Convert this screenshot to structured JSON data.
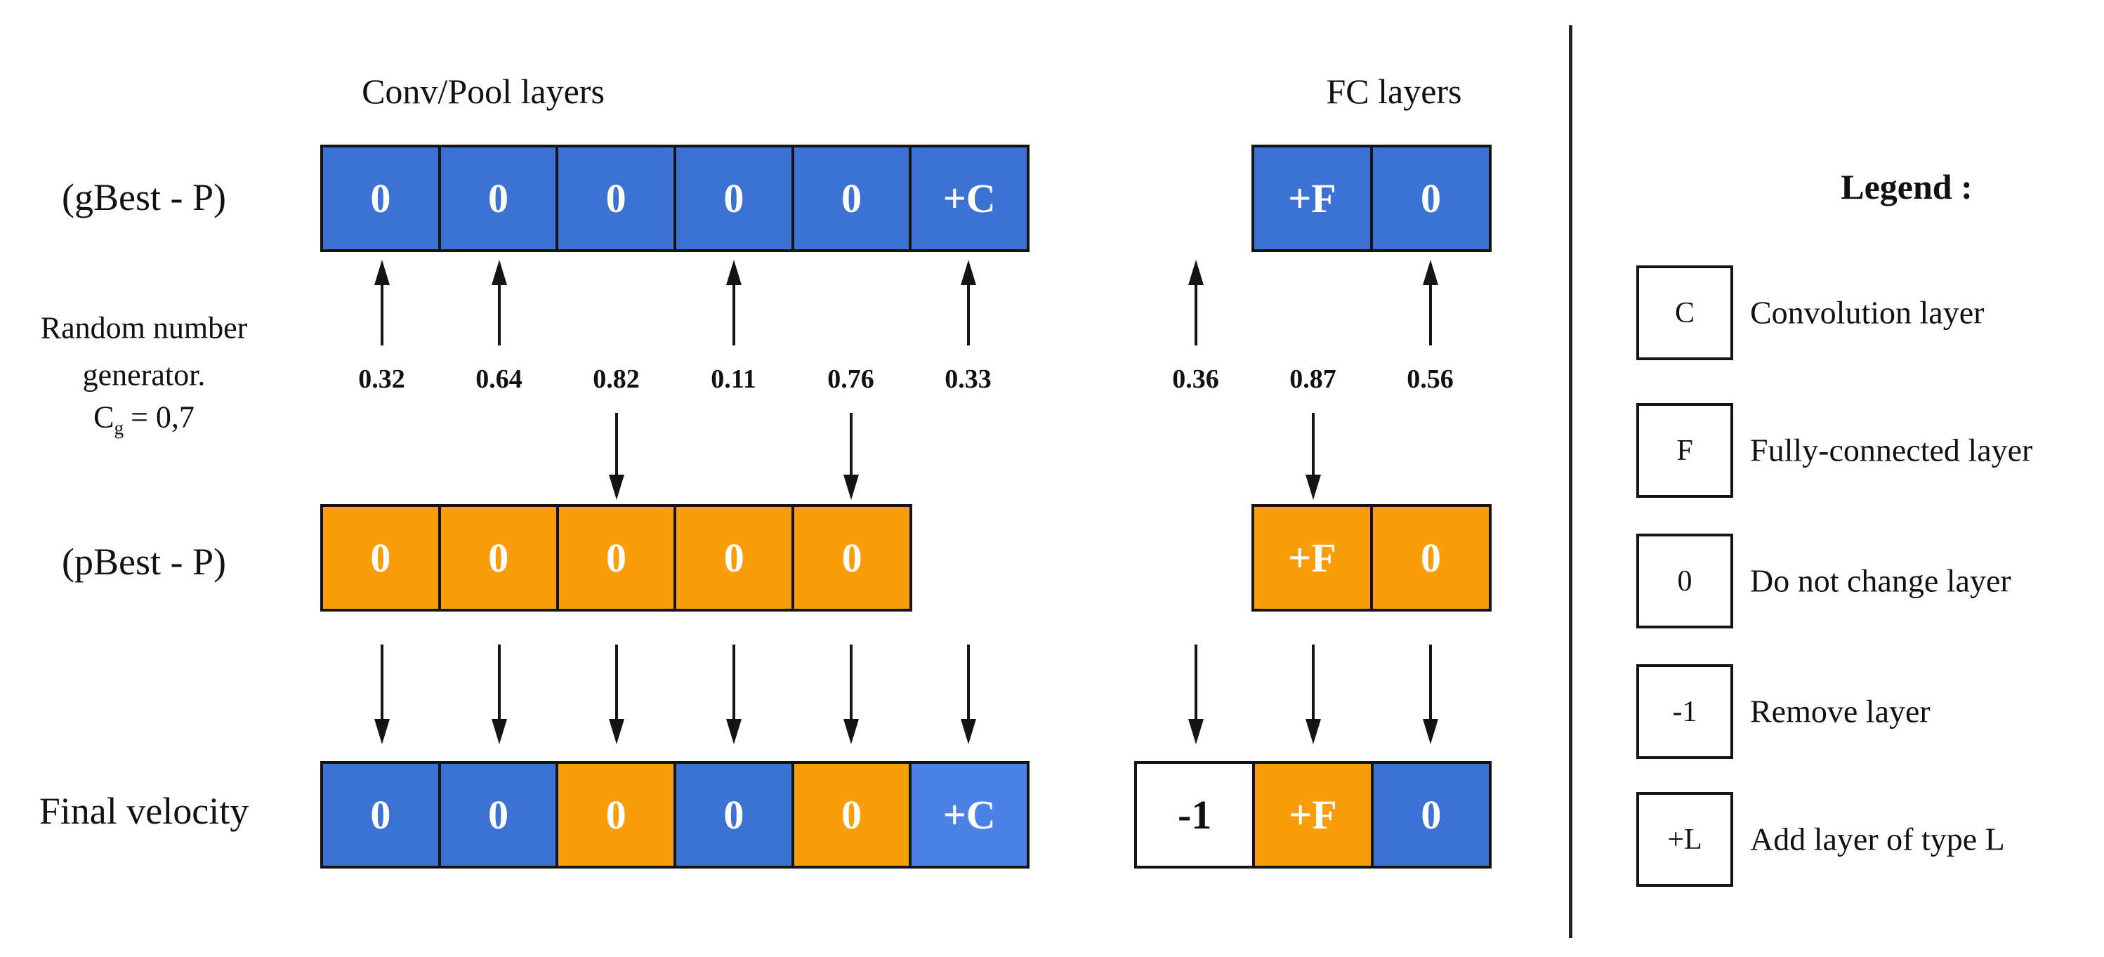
{
  "titles": {
    "conv": "Conv/Pool layers",
    "fc": "FC layers"
  },
  "labels": {
    "gbest": "(gBest - P)",
    "rng_line1": "Random number",
    "rng_line2": "generator.",
    "cg_base": "C",
    "cg_sub": "g",
    "cg_rest": "= 0,7",
    "pbest": "(pBest - P)",
    "final": "Final velocity"
  },
  "colors": {
    "blue": "#3b72d3",
    "blue_light": "#4c82e8",
    "orange": "#f99d0a",
    "white": "#ffffff",
    "text_white": "#ffffff",
    "text_black": "#101010",
    "line": "#141414"
  },
  "rows": [
    {
      "id": "gbest-conv",
      "section": "conv",
      "band": "gbest",
      "start_col": 0,
      "cells": [
        {
          "label": "0",
          "fill": "blue",
          "text": "white"
        },
        {
          "label": "0",
          "fill": "blue",
          "text": "white"
        },
        {
          "label": "0",
          "fill": "blue",
          "text": "white"
        },
        {
          "label": "0",
          "fill": "blue",
          "text": "white"
        },
        {
          "label": "0",
          "fill": "blue",
          "text": "white"
        },
        {
          "label": "+C",
          "fill": "blue",
          "text": "white"
        }
      ]
    },
    {
      "id": "gbest-fc",
      "section": "fc",
      "band": "gbest",
      "start_col": 1,
      "cells": [
        {
          "label": "+F",
          "fill": "blue",
          "text": "white"
        },
        {
          "label": "0",
          "fill": "blue",
          "text": "white"
        }
      ]
    },
    {
      "id": "pbest-conv",
      "section": "conv",
      "band": "pbest",
      "start_col": 0,
      "cells": [
        {
          "label": "0",
          "fill": "orange",
          "text": "white"
        },
        {
          "label": "0",
          "fill": "orange",
          "text": "white"
        },
        {
          "label": "0",
          "fill": "orange",
          "text": "white"
        },
        {
          "label": "0",
          "fill": "orange",
          "text": "white"
        },
        {
          "label": "0",
          "fill": "orange",
          "text": "white"
        }
      ]
    },
    {
      "id": "pbest-fc",
      "section": "fc",
      "band": "pbest",
      "start_col": 1,
      "cells": [
        {
          "label": "+F",
          "fill": "orange",
          "text": "white"
        },
        {
          "label": "0",
          "fill": "orange",
          "text": "white"
        }
      ]
    },
    {
      "id": "final-conv",
      "section": "conv",
      "band": "final",
      "start_col": 0,
      "cells": [
        {
          "label": "0",
          "fill": "blue",
          "text": "white"
        },
        {
          "label": "0",
          "fill": "blue",
          "text": "white"
        },
        {
          "label": "0",
          "fill": "orange",
          "text": "white"
        },
        {
          "label": "0",
          "fill": "blue",
          "text": "white"
        },
        {
          "label": "0",
          "fill": "orange",
          "text": "white"
        },
        {
          "label": "+C",
          "fill": "blue_light",
          "text": "white"
        }
      ]
    },
    {
      "id": "final-fc",
      "section": "fc",
      "band": "final",
      "start_col": 0,
      "cells": [
        {
          "label": "-1",
          "fill": "white",
          "text": "black"
        },
        {
          "label": "+F",
          "fill": "orange",
          "text": "white"
        },
        {
          "label": "0",
          "fill": "blue",
          "text": "white"
        }
      ]
    }
  ],
  "random_numbers": {
    "conv": [
      "0.32",
      "0.64",
      "0.82",
      "0.11",
      "0.76",
      "0.33"
    ],
    "fc": [
      "0.36",
      "0.87",
      "0.56"
    ]
  },
  "arrows": {
    "up_to_gbest": {
      "conv": [
        0,
        1,
        3,
        5
      ],
      "fc": [
        0,
        2
      ]
    },
    "down_to_pbest": {
      "conv": [
        2,
        4
      ],
      "fc": [
        1
      ]
    },
    "down_to_final": {
      "conv": [
        0,
        1,
        2,
        3,
        4,
        5
      ],
      "fc": [
        0,
        1,
        2
      ]
    }
  },
  "legend": {
    "title": "Legend :",
    "entries": [
      {
        "symbol": "C",
        "label": "Convolution layer"
      },
      {
        "symbol": "F",
        "label": "Fully-connected layer"
      },
      {
        "symbol": "0",
        "label": "Do not change layer"
      },
      {
        "symbol": "-1",
        "label": "Remove layer"
      },
      {
        "symbol": "+L",
        "label": "Add layer of type L"
      }
    ]
  }
}
